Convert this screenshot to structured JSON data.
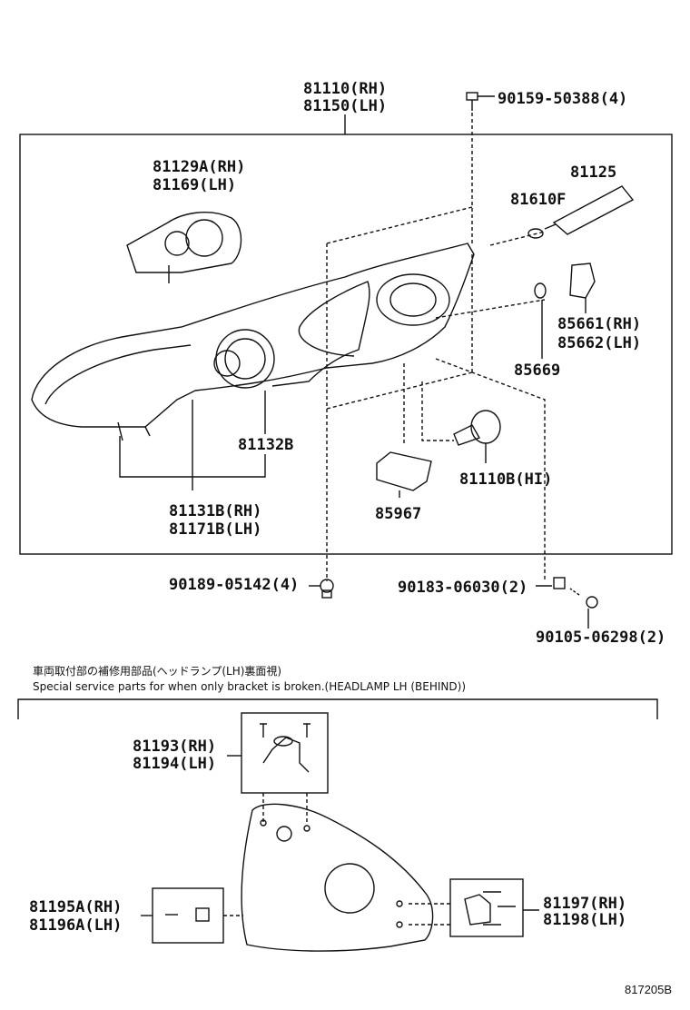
{
  "labels": {
    "assy_rh": "81110(RH)",
    "assy_lh": "81150(LH)",
    "bolt_top": "90159-50388(4)",
    "housing_rh": "81129A(RH)",
    "housing_lh": "81169(LH)",
    "bulb_81125": "81125",
    "plug_81610f": "81610F",
    "socket_rh": "85661(RH)",
    "socket_lh": "85662(LH)",
    "oring": "85669",
    "cover": "81132B",
    "bracket_rh": "81131B(RH)",
    "bracket_lh": "81171B(LH)",
    "ecu": "85967",
    "bulb_hi": "81110B(HI)",
    "nut_left": "90189-05142(4)",
    "clip_right": "90183-06030(2)",
    "screw_right": "90105-06298(2)",
    "repair_top_rh": "81193(RH)",
    "repair_top_lh": "81194(LH)",
    "repair_left_rh": "81195A(RH)",
    "repair_left_lh": "81196A(LH)",
    "repair_right_rh": "81197(RH)",
    "repair_right_lh": "81198(LH)"
  },
  "notes": {
    "japanese": "車両取付部の補修用部品(ヘッドランプ(LH)裏面視)",
    "english": "Special service parts for when only bracket is broken.(HEADLAMP LH (BEHIND))"
  },
  "diagram_number": "817205B"
}
